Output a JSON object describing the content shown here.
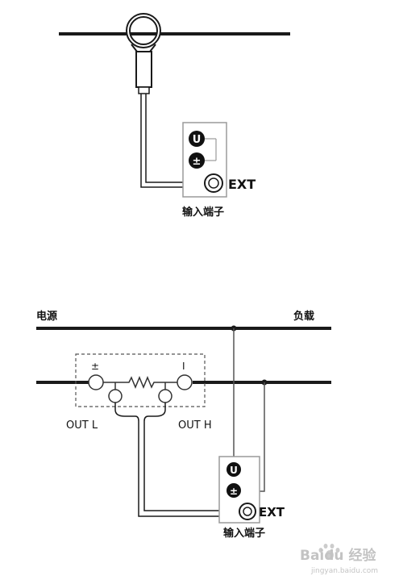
{
  "diagram_top": {
    "terminal_symbols": [
      "U",
      "±"
    ],
    "ext_label": "EXT",
    "input_terminal_label": "输入端子"
  },
  "diagram_bottom": {
    "source_label": "电源",
    "load_label": "负载",
    "shunt_terminals": [
      "±",
      "I"
    ],
    "out_low_label": "OUT L",
    "out_high_label": "OUT H",
    "terminal_symbols": [
      "U",
      "±"
    ],
    "ext_label": "EXT",
    "input_terminal_label": "输入端子"
  },
  "watermark": {
    "text": "Baidu 经验",
    "subtext": "jingyan.baidu.com"
  }
}
